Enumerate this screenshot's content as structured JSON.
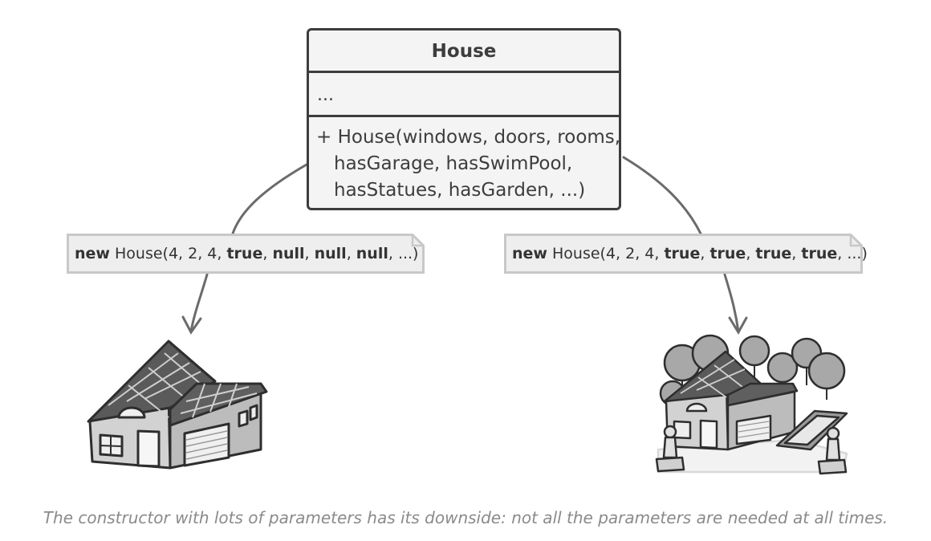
{
  "class_box": {
    "name": "House",
    "fields": "...",
    "method_lines": [
      "+ House(windows, doors, rooms,",
      "hasGarage, hasSwimPool,",
      "hasStatues, hasGarden, ...)"
    ]
  },
  "notes": [
    {
      "parts": [
        {
          "text": "new",
          "bold": true
        },
        {
          "text": " House(4, 2, 4, ",
          "bold": false
        },
        {
          "text": "true",
          "bold": true
        },
        {
          "text": ", ",
          "bold": false
        },
        {
          "text": "null",
          "bold": true
        },
        {
          "text": ", ",
          "bold": false
        },
        {
          "text": "null",
          "bold": true
        },
        {
          "text": ", ",
          "bold": false
        },
        {
          "text": "null",
          "bold": true
        },
        {
          "text": ", ...)",
          "bold": false
        }
      ]
    },
    {
      "parts": [
        {
          "text": "new",
          "bold": true
        },
        {
          "text": " House(4, 2, 4, ",
          "bold": false
        },
        {
          "text": "true",
          "bold": true
        },
        {
          "text": ", ",
          "bold": false
        },
        {
          "text": "true",
          "bold": true
        },
        {
          "text": ", ",
          "bold": false
        },
        {
          "text": "true",
          "bold": true
        },
        {
          "text": ", ",
          "bold": false
        },
        {
          "text": "true",
          "bold": true
        },
        {
          "text": ", ...)",
          "bold": false
        }
      ]
    }
  ],
  "caption": "The constructor with lots of parameters has its downside: not all the parameters are needed at all times.",
  "colors": {
    "stroke": "#3d3d3d",
    "box_fill": "#f4f4f4",
    "note_fill": "#eeeeee",
    "note_border": "#c8c8c8",
    "arrow": "#6b6b6b",
    "caption": "#8a8a8a"
  },
  "illustrations": [
    "simple-house-illustration",
    "house-with-garden-pool-statues-illustration"
  ]
}
